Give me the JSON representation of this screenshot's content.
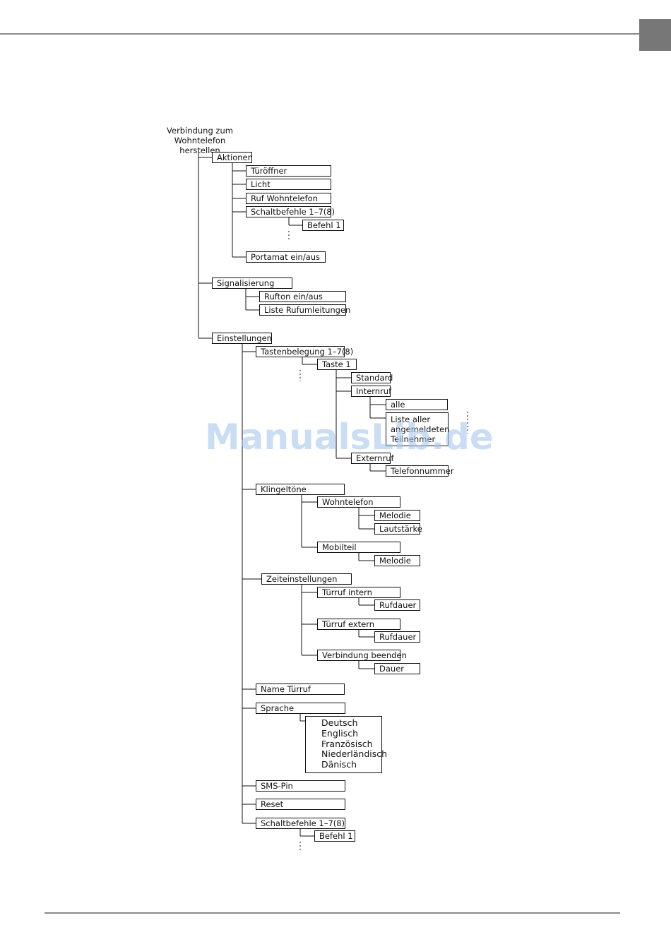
{
  "root": {
    "line1": "Verbindung zum Wohntelefon",
    "line2": "herstellen"
  },
  "nodes": {
    "aktionen": "Aktionen",
    "tueroeffner": "Türöffner",
    "licht": "Licht",
    "ruf_wohntelefon": "Ruf Wohntelefon",
    "schaltbefehle_a": "Schaltbefehle 1–7(8)",
    "befehl1_a": "Befehl 1",
    "portamat": "Portamat ein/aus",
    "signalisierung": "Signalisierung",
    "rufton": "Rufton ein/aus",
    "liste_rufum": "Liste Rufumleitungen",
    "einstellungen": "Einstellungen",
    "tastenbelegung": "Tastenbelegung 1–7(8)",
    "taste1": "Taste 1",
    "standard": "Standard",
    "internruf": "Internruf",
    "alle": "alle",
    "liste_aller": [
      "Liste aller",
      "angemeldeten",
      "Teilnehmer"
    ],
    "externruf": "Externruf",
    "telefonnummer": "Telefonnummer",
    "klingeltoene": "Klingeltöne",
    "wohntelefon": "Wohntelefon",
    "melodie_w": "Melodie",
    "lautstaerke": "Lautstärke",
    "mobilteil": "Mobilteil",
    "melodie_m": "Melodie",
    "zeiteinstellungen": "Zeiteinstellungen",
    "tuerruf_intern": "Türruf intern",
    "rufdauer_i": "Rufdauer",
    "tuerruf_extern": "Türruf extern",
    "rufdauer_e": "Rufdauer",
    "verbindung_beenden": "Verbindung beenden",
    "dauer": "Dauer",
    "name_tuerruf": "Name Türruf",
    "sprache": "Sprache",
    "sprachen": [
      "Deutsch",
      "Englisch",
      "Französisch",
      "Niederländisch",
      "Dänisch"
    ],
    "sms_pin": "SMS-Pin",
    "reset": "Reset",
    "schaltbefehle_b": "Schaltbefehle 1–7(8)",
    "befehl1_b": "Befehl 1"
  },
  "watermark": "ManualsLib.de",
  "colors": {
    "rule": "#8a8a8a",
    "corner_block": "#777777",
    "watermark": "#a9c7ea"
  }
}
